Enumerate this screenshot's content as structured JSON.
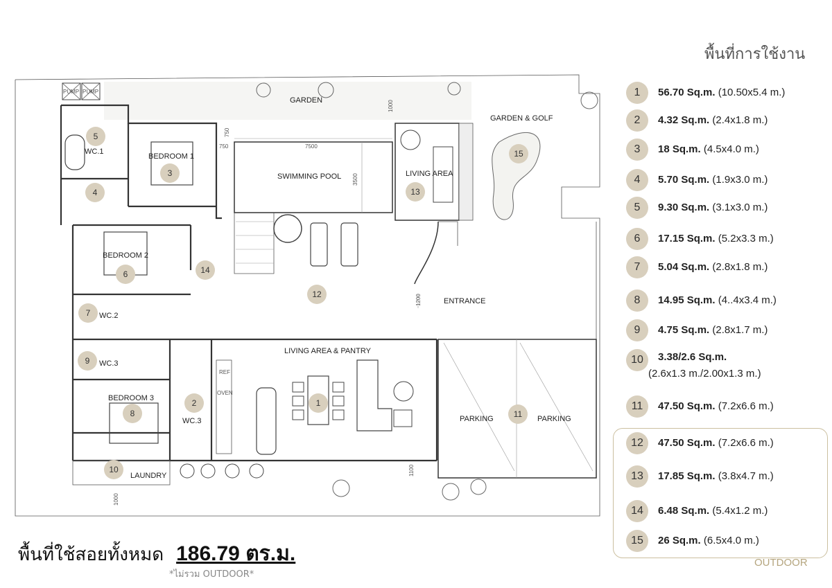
{
  "title": "พื้นที่การใช้งาน",
  "total": {
    "label": "พื้นที่ใช้สอยทั้งหมด",
    "value": "186.79 ตร.ม.",
    "note": "*ไม่รวม OUTDOOR*"
  },
  "outdoor_label": "OUTDOOR",
  "areas": [
    {
      "num": "1",
      "area": "56.70 Sq.m.",
      "dims": "(10.50x5.4 m.)"
    },
    {
      "num": "2",
      "area": "4.32 Sq.m.",
      "dims": "(2.4x1.8 m.)"
    },
    {
      "num": "3",
      "area": "18 Sq.m.",
      "dims": "(4.5x4.0 m.)"
    },
    {
      "num": "4",
      "area": "5.70 Sq.m.",
      "dims": "(1.9x3.0 m.)"
    },
    {
      "num": "5",
      "area": "9.30 Sq.m.",
      "dims": "(3.1x3.0 m.)"
    },
    {
      "num": "6",
      "area": "17.15 Sq.m.",
      "dims": "(5.2x3.3 m.)"
    },
    {
      "num": "7",
      "area": "5.04 Sq.m.",
      "dims": "(2.8x1.8 m.)"
    },
    {
      "num": "8",
      "area": "14.95 Sq.m.",
      "dims": "(4..4x3.4 m.)"
    },
    {
      "num": "9",
      "area": "4.75 Sq.m.",
      "dims": "(2.8x1.7 m.)"
    },
    {
      "num": "10",
      "area": "3.38/2.6 Sq.m.",
      "dims": "(2.6x1.3 m./2.00x1.3 m.)"
    },
    {
      "num": "11",
      "area": "47.50 Sq.m.",
      "dims": "(7.2x6.6 m.)"
    },
    {
      "num": "12",
      "area": "47.50 Sq.m.",
      "dims": "(7.2x6.6 m.)"
    },
    {
      "num": "13",
      "area": "17.85 Sq.m.",
      "dims": "(3.8x4.7 m.)"
    },
    {
      "num": "14",
      "area": "6.48 Sq.m.",
      "dims": "(5.4x1.2 m.)"
    },
    {
      "num": "15",
      "area": "26 Sq.m.",
      "dims": "(6.5x4.0 m.)"
    }
  ],
  "plan": {
    "labels": {
      "garden": "GARDEN",
      "garden_golf": "GARDEN & GOLF",
      "swimming_pool": "SWIMMING POOL",
      "living_area": "LIVING AREA",
      "bedroom1": "BEDROOM 1",
      "bedroom2": "BEDROOM 2",
      "bedroom3": "BEDROOM 3",
      "wc1": "WC.1",
      "wc2": "WC.2",
      "wc3a": "WC.3",
      "wc3b": "WC.3",
      "entrance": "ENTRANCE",
      "living_pantry": "LIVING AREA & PANTRY",
      "parking_left": "PARKING",
      "parking_right": "PARKING",
      "laundry": "LAUNDRY",
      "pump1": "PUMP",
      "pump2": "PUMP",
      "ref": "REF",
      "oven": "OVEN"
    },
    "dims": {
      "d7500": "7500",
      "d3500": "3500",
      "d750a": "750",
      "d750b": "750",
      "d1000a": "1000",
      "d1200": "1200",
      "d1100": "1100",
      "d1000b": "1000"
    }
  }
}
